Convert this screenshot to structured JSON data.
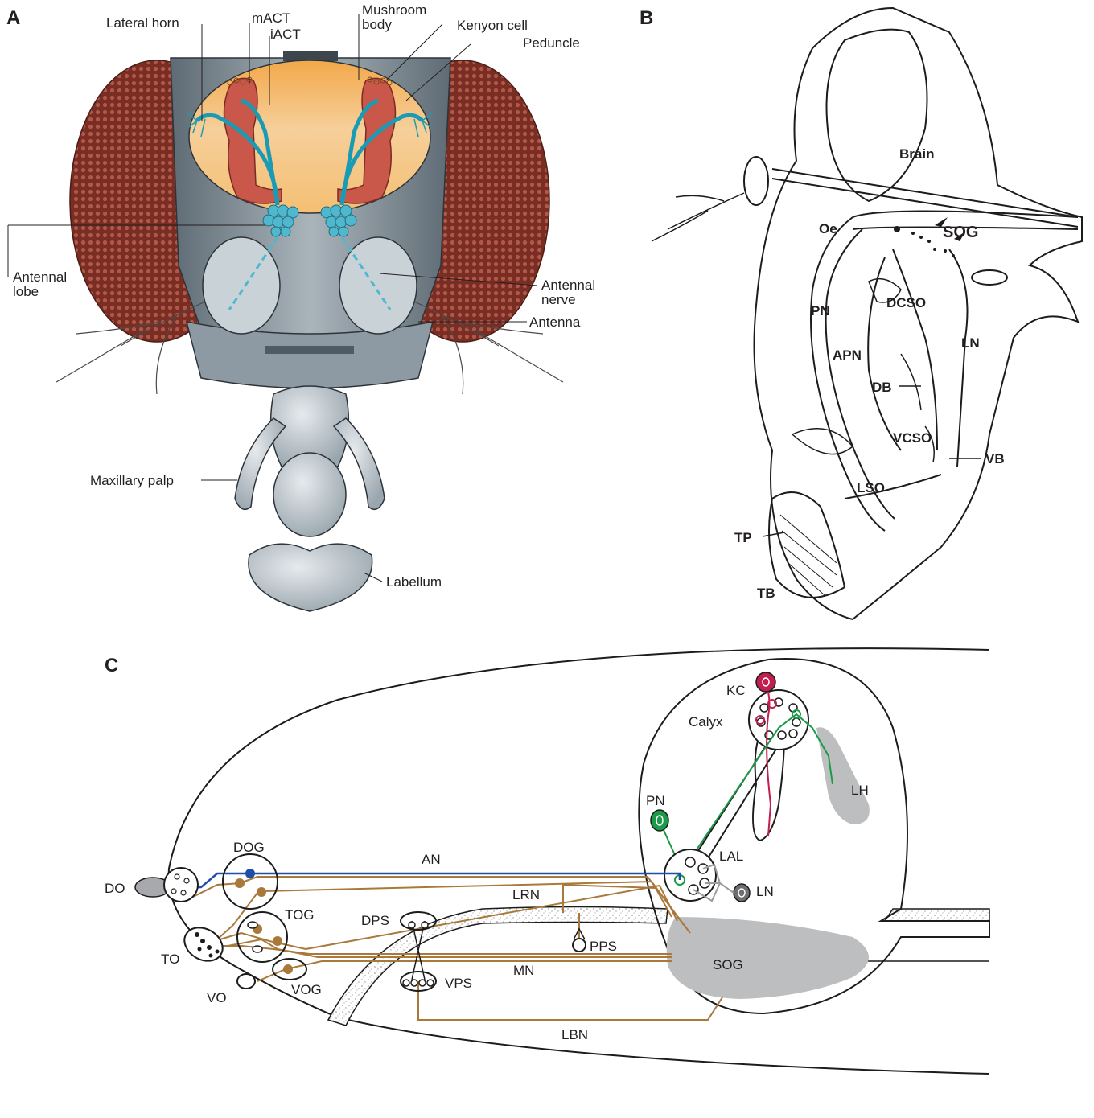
{
  "panels": [
    {
      "letter": "A",
      "labels": {
        "lateral_horn": "Lateral horn",
        "mact": "mACT",
        "iact": "iACT",
        "mushroom_body_1": "Mushroom",
        "mushroom_body_2": "body",
        "kenyon_cell": "Kenyon cell",
        "peduncle": "Peduncle",
        "antennal_lobe_1": "Antennal",
        "antennal_lobe_2": "lobe",
        "antennal_nerve_1": "Antennal",
        "antennal_nerve_2": "nerve",
        "antenna": "Antenna",
        "maxillary_palp": "Maxillary palp",
        "labellum": "Labellum"
      }
    },
    {
      "letter": "B",
      "labels": {
        "brain": "Brain",
        "oe": "Oe",
        "sog": "SOG",
        "pn": "PN",
        "dcso": "DCSO",
        "ln": "LN",
        "apn": "APN",
        "db": "DB",
        "vcso": "VCSO",
        "vb": "VB",
        "lso": "LSO",
        "tp": "TP",
        "tb": "TB"
      }
    },
    {
      "letter": "C",
      "labels": {
        "kc": "KC",
        "calyx": "Calyx",
        "lh": "LH",
        "pn": "PN",
        "lal": "LAL",
        "ln": "LN",
        "an": "AN",
        "lrn": "LRN",
        "mn": "MN",
        "lbn": "LBN",
        "dog": "DOG",
        "tog": "TOG",
        "vog": "VOG",
        "do": "DO",
        "to": "TO",
        "vo": "VO",
        "dps": "DPS",
        "pps": "PPS",
        "vps": "VPS",
        "sog": "SOG"
      }
    }
  ],
  "colors": {
    "eye": "#8b3a2e",
    "head_cuticle": "#7d8b96",
    "brain_fill": "#f5b85f",
    "mushroom_body": "#c9574a",
    "act_tracts": "#1a9bb5",
    "antennal_lobe_glomeruli": "#4fb8cf",
    "mouthparts": "#b8c2c8",
    "gustatory_nerves": "#a8793a",
    "antennal_nerve_c": "#1f4ea8",
    "projection_neuron": "#1b9a47",
    "kenyon_cell": "#c21f4f",
    "sog_region": "#bcbec0"
  }
}
